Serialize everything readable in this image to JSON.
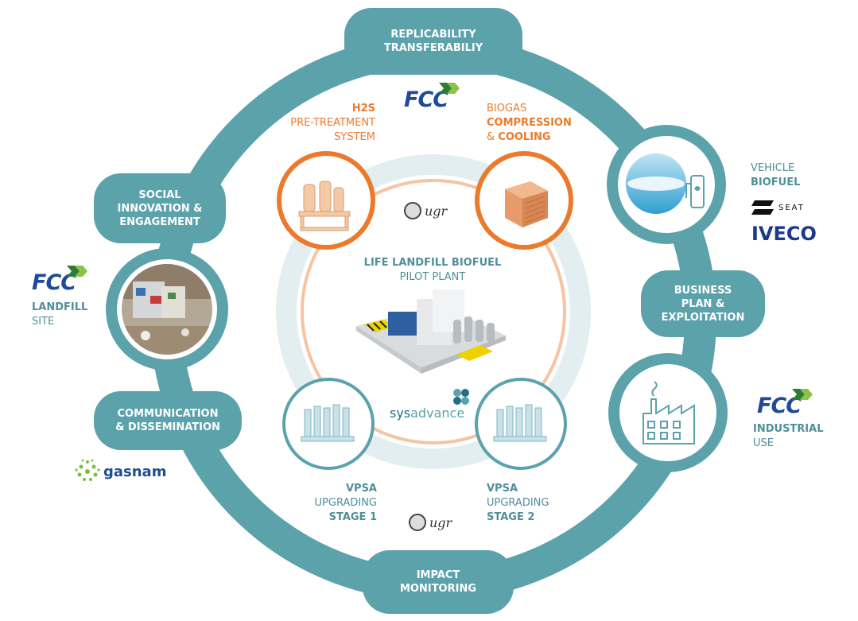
{
  "center": {
    "title": "LIFE LANDFILL BIOFUEL",
    "subtitle": "PILOT PLANT"
  },
  "pills": {
    "replicability": [
      "REPLICABILITY",
      "TRANSFERABILIY"
    ],
    "social": [
      "SOCIAL",
      "INNOVATION &",
      "ENGAGEMENT"
    ],
    "business": [
      "BUSINESS",
      "PLAN &",
      "EXPLOITATION"
    ],
    "communication": [
      "COMMUNICATION",
      "& DISSEMINATION"
    ],
    "impact": [
      "IMPACT",
      "MONITORING"
    ]
  },
  "stages": {
    "h2s": {
      "line1": "H2S",
      "line2": "PRE-TREATMENT",
      "line3": "SYSTEM"
    },
    "biogas": {
      "line1": "BIOGAS",
      "line2": "COMPRESSION",
      "line3a": "& ",
      "line3b": "COOLING"
    },
    "vpsa1": {
      "line1": "VPSA",
      "line2": "UPGRADING",
      "line3": "STAGE 1"
    },
    "vpsa2": {
      "line1": "VPSA",
      "line2": "UPGRADING",
      "line3": "STAGE 2"
    }
  },
  "outer": {
    "landfill": {
      "line1": "LANDFILL",
      "line2": "SITE"
    },
    "vehicle": {
      "line1": "VEHICLE",
      "line2": "BIOFUEL"
    },
    "industrial": {
      "line1": "INDUSTRIAL",
      "line2": "USE"
    }
  },
  "logos": {
    "fcc": "FCC",
    "ugr": "ugr",
    "sysadvance_a": "sys",
    "sysadvance_b": "advance",
    "seat": "SEAT",
    "iveco": "IVECO",
    "gasnam": "gasnam"
  },
  "colors": {
    "ring": "#5ba2ab",
    "orange": "#ec7a2c",
    "light_ring": "#dde9ec",
    "peach": "#f6c3a3"
  }
}
